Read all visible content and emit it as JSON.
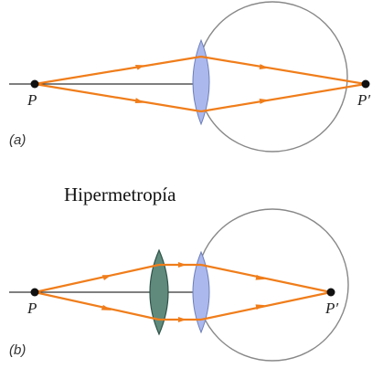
{
  "diagram_a": {
    "panel_label": "(a)",
    "object_label": "P",
    "image_label": "P′"
  },
  "caption": "Hipermetropía",
  "diagram_b": {
    "panel_label": "(b)",
    "object_label": "P",
    "image_label": "P′"
  },
  "colors": {
    "ray": "#f07d1a",
    "eye_lens": "#aab8ee",
    "corrective_lens": "#5f8a7c",
    "eyeball": "#888888",
    "axis": "#333333"
  }
}
